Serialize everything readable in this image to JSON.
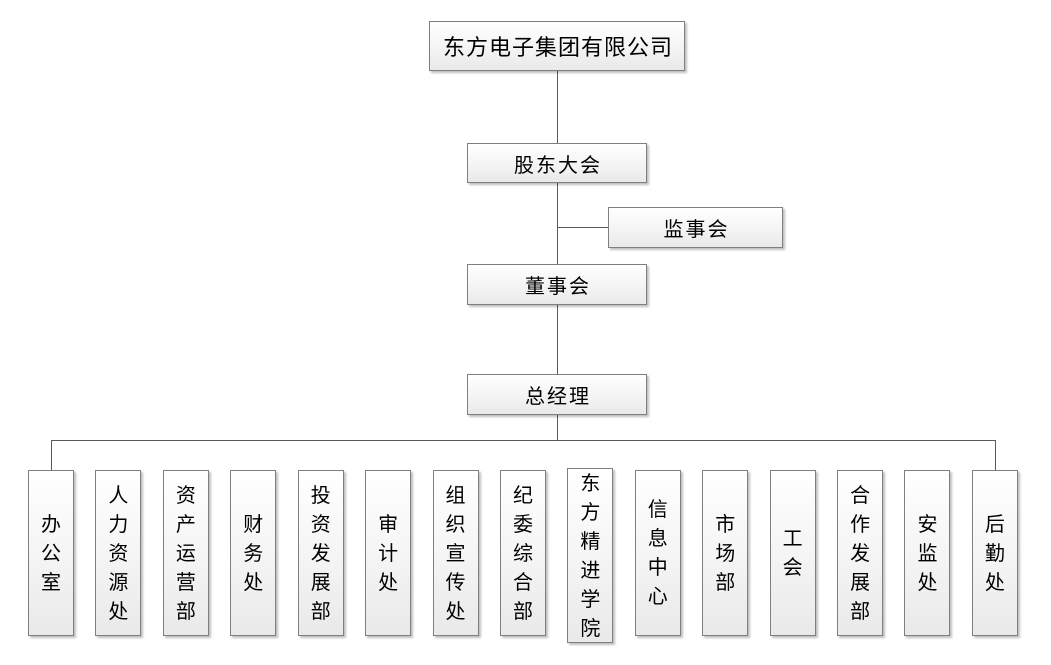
{
  "org": {
    "company": {
      "label": "东方电子集团有限公司"
    },
    "shareholders_meeting": {
      "label": "股东大会"
    },
    "supervisory_board": {
      "label": "监事会"
    },
    "board_of_directors": {
      "label": "董事会"
    },
    "general_manager": {
      "label": "总经理"
    },
    "departments": [
      {
        "label": "办公室"
      },
      {
        "label": "人力资源处"
      },
      {
        "label": "资产运营部"
      },
      {
        "label": "财务处"
      },
      {
        "label": "投资发展部"
      },
      {
        "label": "审计处"
      },
      {
        "label": "组织宣传处"
      },
      {
        "label": "纪委综合部"
      },
      {
        "label": "东方精进学院"
      },
      {
        "label": "信息中心"
      },
      {
        "label": "市场部"
      },
      {
        "label": "工会"
      },
      {
        "label": "合作发展部"
      },
      {
        "label": "安监处"
      },
      {
        "label": "后勤处"
      }
    ]
  },
  "colors": {
    "box-border": "#7f7f7f",
    "connector": "#595959",
    "box-fill-top": "#ffffff",
    "box-fill-bottom": "#e9e9e9",
    "text": "#000000",
    "background": "#ffffff"
  }
}
